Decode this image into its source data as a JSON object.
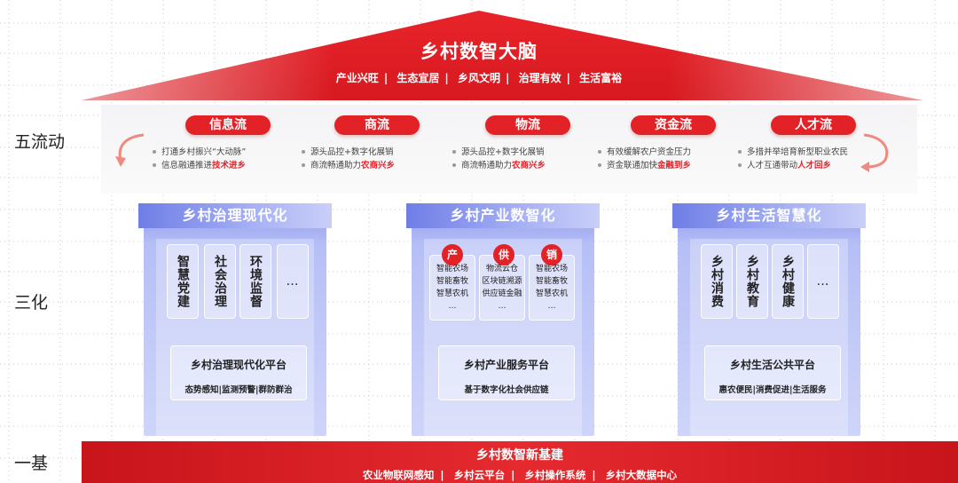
{
  "roof": {
    "title": "乡村数智大脑",
    "items": [
      "产业兴旺",
      "生态宜居",
      "乡风文明",
      "治理有效",
      "生活富裕"
    ]
  },
  "row_labels": {
    "five_flows": "五流动",
    "three": "三化",
    "one_base": "一基"
  },
  "flows": [
    {
      "name": "信息流",
      "line1": "打通乡村振兴“大动脉”",
      "line2_prefix": "信息融通推进",
      "line2_highlight": "技术进乡"
    },
    {
      "name": "商流",
      "line1": "源头品控+数字化展销",
      "line2_prefix": "商流畅通助力",
      "line2_highlight": "农商兴乡"
    },
    {
      "name": "物流",
      "line1": "源头品控+数字化展销",
      "line2_prefix": "商流畅通助力",
      "line2_highlight": "农商兴乡"
    },
    {
      "name": "资金流",
      "line1": "有效缓解农户资金压力",
      "line2_prefix": "资金联通加快",
      "line2_highlight": "金融到乡"
    },
    {
      "name": "人才流",
      "line1": "多措并举培育新型职业农民",
      "line2_prefix": "人才互通带动",
      "line2_highlight": "人才回乡"
    }
  ],
  "pillars": {
    "governance": {
      "title": "乡村治理现代化",
      "cards": [
        "智慧党建",
        "社会治理",
        "环境监督",
        "…"
      ],
      "platform_title": "乡村治理现代化平台",
      "platform_sub": "态势感知|监测预警|群防群治"
    },
    "industry": {
      "title": "乡村产业数智化",
      "badges": [
        "产",
        "供",
        "销"
      ],
      "cards": [
        [
          "智能农场",
          "智能畜牧",
          "智慧农机",
          "…"
        ],
        [
          "物流云仓",
          "区块链溯源",
          "供应链金融",
          "…"
        ],
        [
          "智能农场",
          "智能畜牧",
          "智慧农机",
          "…"
        ]
      ],
      "platform_title": "乡村产业服务平台",
      "platform_sub": "基于数字化社会供应链"
    },
    "life": {
      "title": "乡村生活智慧化",
      "cards": [
        "乡村消费",
        "乡村教育",
        "乡村健康",
        "…"
      ],
      "platform_title": "乡村生活公共平台",
      "platform_sub": "惠农便民|消费促进|生活服务"
    }
  },
  "base": {
    "title": "乡村数智新基建",
    "items": [
      "农业物联网感知",
      "乡村云平台",
      "乡村操作系统",
      "乡村大数据中心"
    ]
  },
  "colors": {
    "accent_red": "#e32228",
    "pillar_blue": "#8c98ee"
  }
}
